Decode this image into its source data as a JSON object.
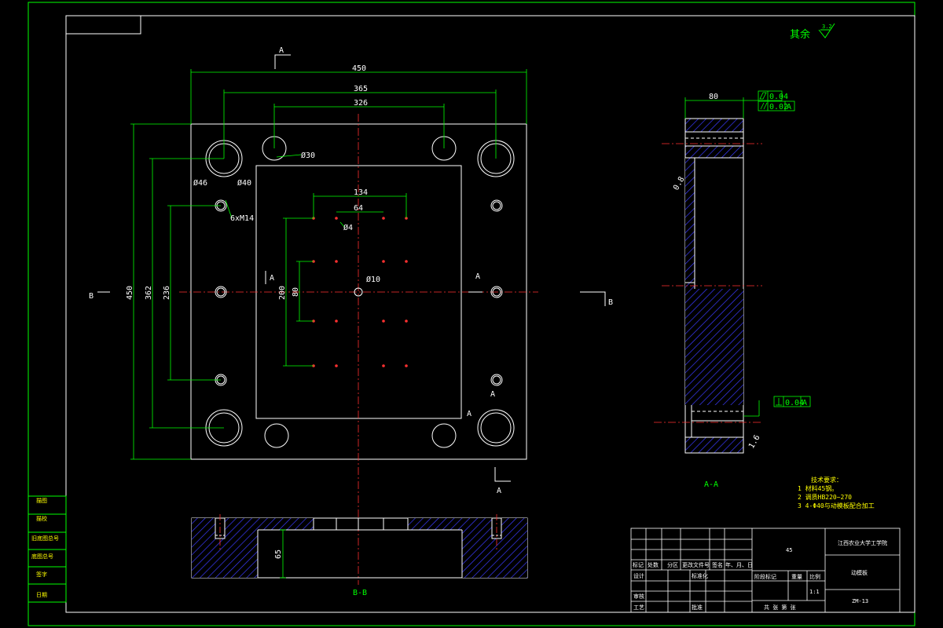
{
  "drawing": {
    "roughness_label": "其余",
    "roughness_value": "3.2",
    "plan_view": {
      "dims": {
        "overall_width": "450",
        "overall_height": "450",
        "guide_pin_spacing_x": "365",
        "return_pin_spacing_x": "326",
        "inner_spacing_y": "362",
        "screw_spacing_y": "236",
        "cav_hole_spacing_x": "134",
        "cav_hole_pitch_x": "64",
        "cav_hole_spacing_y1": "200",
        "cav_hole_spacing_y2": "80",
        "guide_hole_dia_outer": "Ø46",
        "guide_hole_dia_inner": "Ø40",
        "return_hole_dia": "Ø30",
        "thread_callout": "6xM14",
        "small_hole_dia": "Ø4",
        "center_hole_dia": "Ø10"
      },
      "section_marks": {
        "a": "A",
        "b": "B"
      }
    },
    "side_view": {
      "title": "A-A",
      "thickness": "80",
      "flatness_value": "0.04",
      "parallel_value": "0.02",
      "perpendicular_value": "0.04",
      "datum": "A",
      "angle_mark_top": "0.8",
      "angle_mark_bottom": "1.6"
    },
    "bottom_view": {
      "title": "B-B",
      "depth_dim": "65"
    },
    "tech_notes": {
      "title": "技术要求：",
      "items": [
        "1  材料45钢。",
        "2  调质HB220~270",
        "3  4-Φ40与动模板配合加工"
      ]
    }
  },
  "left_strip": [
    "描图",
    "描校",
    "旧底图总号",
    "底图总号",
    "签字",
    "日期"
  ],
  "title_block": {
    "company": "江西农业大学工学院",
    "part_name": "动模板",
    "drawing_no": "ZM-13",
    "material": "45",
    "scale": "1:1",
    "sheet_info": "共  张  第  张",
    "header_row": [
      "标记",
      "处数",
      "分区",
      "更改文件号",
      "签名",
      "年、月、日"
    ],
    "labels": {
      "design": "设计",
      "standardize": "标准化",
      "review": "审核",
      "process": "工艺",
      "approve": "批准",
      "stage_mark": "阶段标记",
      "weight": "重量",
      "ratio": "比例"
    }
  }
}
